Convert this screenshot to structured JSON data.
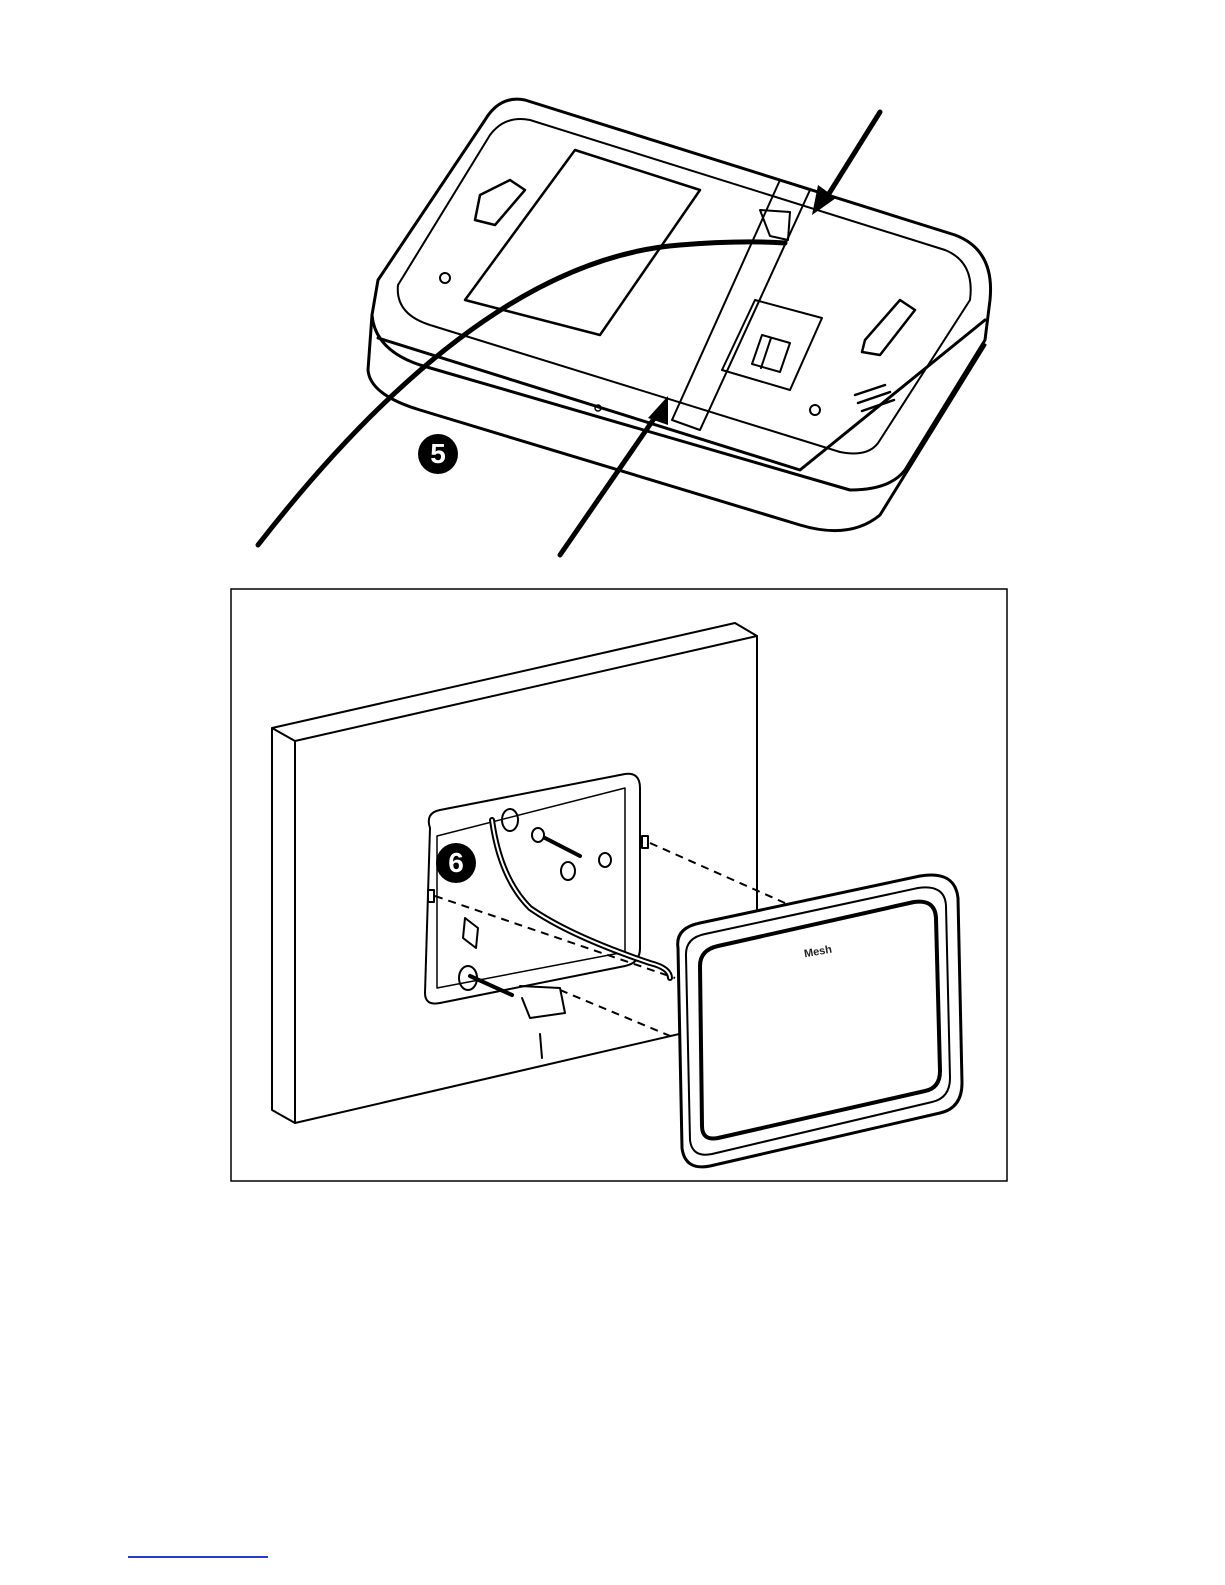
{
  "steps": {
    "step5_label": "5",
    "step6_label": "6"
  },
  "device": {
    "brand_label": "Mesh"
  },
  "colors": {
    "line": "#000000",
    "footer_rule": "#2a3bd6"
  }
}
